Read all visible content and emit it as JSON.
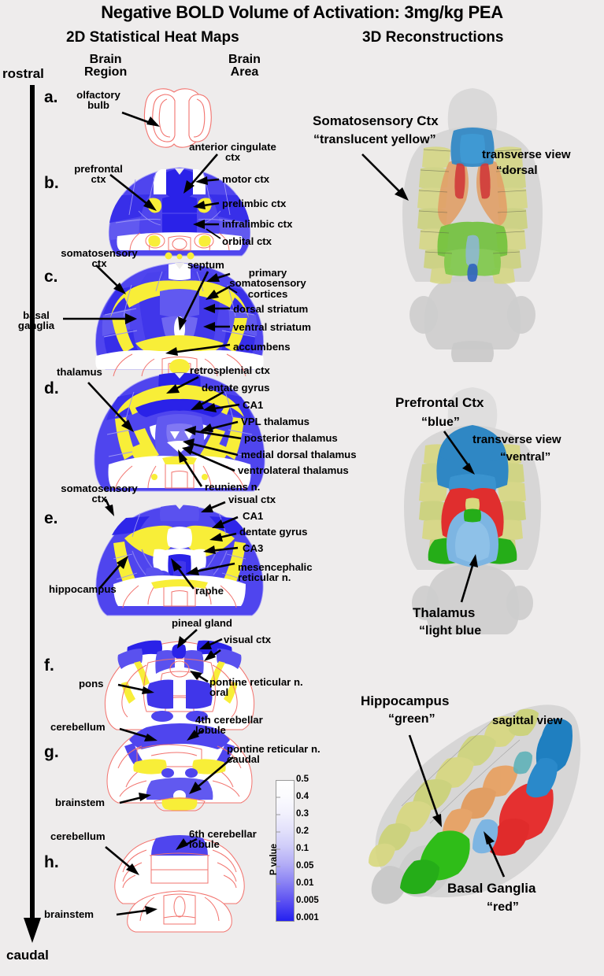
{
  "figure": {
    "title": "Negative BOLD Volume of Activation: 3mg/kg PEA",
    "left_heading": "2D Statistical Heat Maps",
    "right_heading": "3D Reconstructions",
    "column_headers": {
      "brain_region": "Brain\nRegion",
      "brain_area": "Brain\nArea"
    },
    "axis": {
      "top": "rostral",
      "bottom": "caudal"
    }
  },
  "panels": [
    {
      "letter": "a.",
      "left_labels": [
        "olfactory\nbulb"
      ],
      "right_labels": []
    },
    {
      "letter": "b.",
      "left_labels": [
        "prefrontal\nctx"
      ],
      "right_labels": [
        "anterior cingulate\nctx",
        "motor ctx",
        "prelimbic ctx",
        "infralimbic ctx",
        "orbital ctx"
      ]
    },
    {
      "letter": "c.",
      "left_labels": [
        "somatosensory\nctx",
        "basal\nganglia"
      ],
      "right_labels": [
        "septum",
        "primary\nsomatosensory\ncortices",
        "dorsal striatum",
        "ventral striatum",
        "accumbens"
      ]
    },
    {
      "letter": "d.",
      "left_labels": [
        "thalamus"
      ],
      "right_labels": [
        "retrosplenial ctx",
        "dentate gyrus",
        "CA1",
        "VPL thalamus",
        "posterior thalamus",
        "medial dorsal thalamus",
        "ventrolateral thalamus",
        "reuniens n."
      ]
    },
    {
      "letter": "e.",
      "left_labels": [
        "somatosensory\nctx",
        "hippocampus"
      ],
      "right_labels": [
        "visual ctx",
        "CA1",
        "dentate gyrus",
        "CA3",
        "mesencephalic\nreticular n.",
        "raphe"
      ]
    },
    {
      "letter": "f.",
      "left_labels": [
        "pons"
      ],
      "right_labels": [
        "pineal gland",
        "visual ctx",
        "pontine reticular n.\noral"
      ]
    },
    {
      "letter": "g.",
      "left_labels": [
        "cerebellum",
        "brainstem"
      ],
      "right_labels": [
        "4th cerebellar\nlobule",
        "pontine reticular n.\ncaudal"
      ]
    },
    {
      "letter": "h.",
      "left_labels": [
        "cerebellum",
        "brainstem"
      ],
      "right_labels": [
        "6th cerebellar\nlobule"
      ]
    }
  ],
  "colorbar": {
    "title": "P value",
    "ticks": [
      "0.5",
      "0.4",
      "0.3",
      "0.2",
      "0.1",
      "0.05",
      "0.01",
      "0.005",
      "0.001"
    ],
    "top_color": "#ffffff",
    "bottom_color": "#2420f0"
  },
  "reconstructions": [
    {
      "name": "Somatosensory Ctx",
      "color_quote": "“translucent yellow”",
      "view": "transverse view",
      "view_quote": "“dorsal"
    },
    {
      "name": "Prefrontal Ctx",
      "color_quote": "“blue”",
      "view": "transverse view",
      "view_quote": "“ventral”"
    },
    {
      "name": "Thalamus",
      "color_quote": "“light blue"
    },
    {
      "name": "Hippocampus",
      "color_quote": "“green”",
      "view": "sagittal view"
    },
    {
      "name": "Basal Ganglia",
      "color_quote": "“red”"
    }
  ],
  "colors": {
    "heat_blue_dark": "#2a22e8",
    "heat_blue_mid": "#4f45ee",
    "heat_blue_light": "#7b72f2",
    "heat_yellow": "#f8ee38",
    "outline_red": "#f2736e",
    "recon_yellow": "#d8d87a",
    "recon_green": "#3fc020",
    "recon_red": "#e53030",
    "recon_blue": "#2196d8",
    "recon_lightblue": "#77b4e4",
    "recon_orange": "#e89b5a",
    "recon_grey": "#cfcfcf",
    "background": "#eeecec"
  }
}
